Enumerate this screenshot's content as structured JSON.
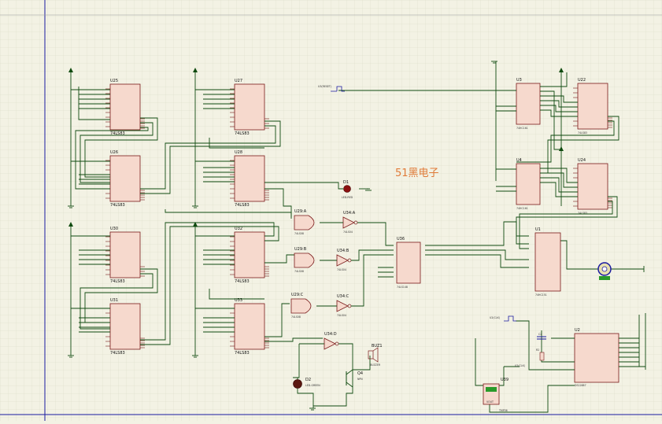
{
  "watermark": "51黑电子",
  "colors": {
    "background": "#f3f2e4",
    "grid": "#d9d8c4",
    "wire": "#0f4a0f",
    "chip_fill": "#f6d9cd",
    "chip_border": "#7a1a1a",
    "border_blue": "#1a1aa0",
    "watermark": "#e07b39"
  },
  "chips": {
    "u25": "U25",
    "u26": "U26",
    "u27": "U27",
    "u28": "U28",
    "u30": "U30",
    "u31": "U31",
    "u32": "U32",
    "u33": "U33",
    "u3": "U3",
    "u4": "U4",
    "u22": "U22",
    "u24": "U24",
    "u36": "U36",
    "u1": "U1",
    "u2": "U2",
    "u39": "U39"
  },
  "chip_types": {
    "ls": "74LS83",
    "ls_alt": "74LS83",
    "ic74": "74HC161",
    "u36": "74LS148",
    "u1": "74HC151",
    "u2": "DS12887",
    "u39": "TMP36"
  },
  "gates": {
    "u29a": "U29:A",
    "u29b": "U29:B",
    "u29c": "U29:C",
    "u34a": "U34:A",
    "u34b": "U34:B",
    "u34c": "U34:C",
    "u34d": "U34:D",
    "gate_type": "74LS04",
    "and_type": "74LS08"
  },
  "parts": {
    "d1": "D1",
    "d1_type": "LED-RED",
    "d2": "D2",
    "d2_type": "LED-GREEN",
    "q4": "Q4",
    "q4_type": "NPN",
    "buz1": "BUZ1",
    "buz1_type": "BUZZER",
    "c2": "C2",
    "r2": "R2",
    "u39_pin": "VOUT"
  },
  "nets": {
    "clk_top": "U2(CLK)",
    "clk_bottom": "U2(CLK)",
    "reset": "U3(RESET)"
  },
  "icons": {
    "ground": "ground-icon",
    "power": "power-arrow-icon",
    "clock": "clock-source-icon",
    "motor": "motor-icon"
  }
}
